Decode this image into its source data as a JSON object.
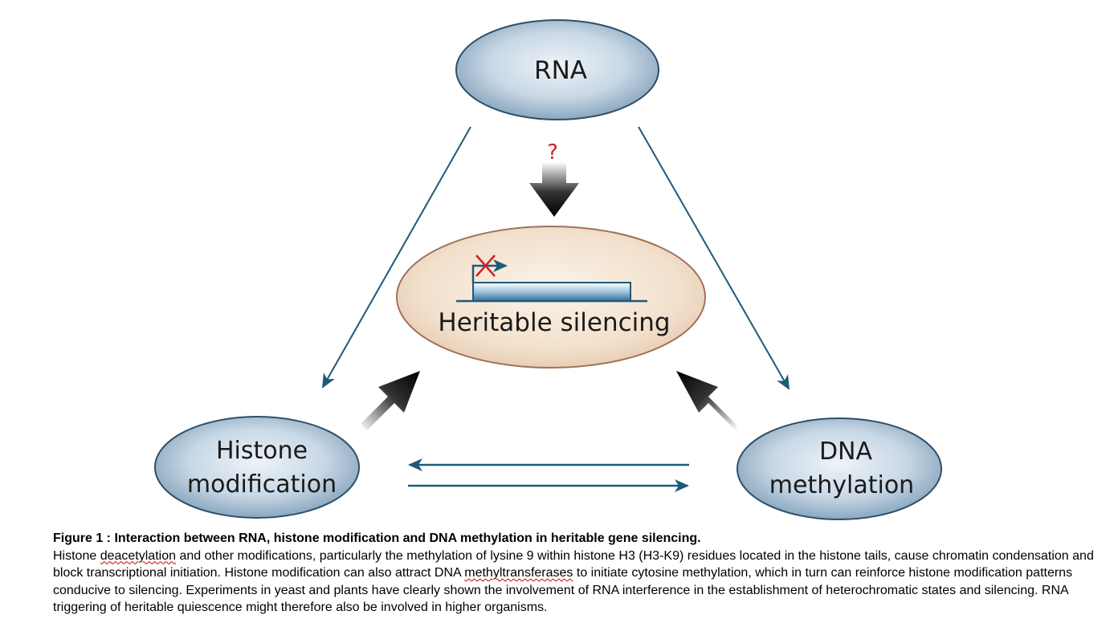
{
  "nodes": {
    "rna": "RNA",
    "center": "Heritable silencing",
    "histone": [
      "Histone",
      "modification"
    ],
    "dna": [
      "DNA",
      "methylation"
    ]
  },
  "question_mark": "?",
  "caption": {
    "title": "Figure 1 : Interaction between RNA, histone modification and DNA methylation in heritable gene silencing.",
    "p1": "Histone ",
    "w1": "deacetylation",
    "p2": " and other modifications, particularly the methylation of lysine 9 within histone H3 (H3-K9) residues located in the histone tails, cause chromatin condensation and block transcriptional initiation. Histone modification can also attract DNA ",
    "w2": "methyltransferases",
    "p3": " to initiate cytosine methylation, which in turn can reinforce histone modification patterns conducive to silencing. Experiments in yeast and plants have clearly shown the involvement of RNA interference in the establishment of heterochromatic states and silencing. RNA triggering of heritable quiescence might therefore also be involved in higher organisms."
  },
  "colors": {
    "arrow_blue": "#1d5a7a",
    "node_blue": "#a8c2d6",
    "center_fill": "#f3e2cf",
    "center_stroke": "#a0705a",
    "red_mark": "#d0202a"
  }
}
